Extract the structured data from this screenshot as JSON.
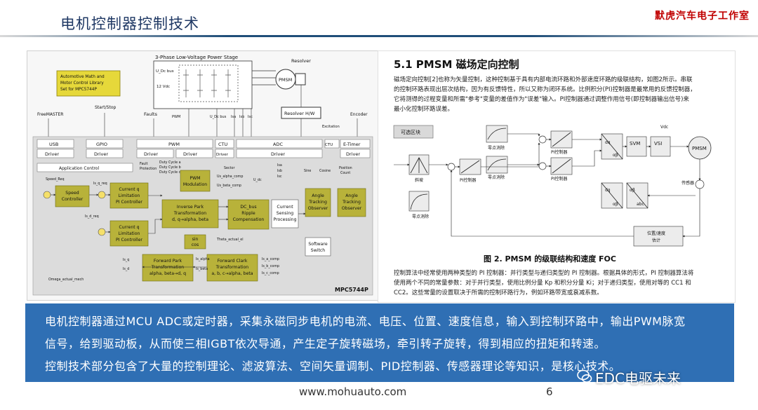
{
  "header": {
    "title": "电机控制器控制技术",
    "brand": "默虎汽车电子工作室"
  },
  "left_diagram": {
    "power_stage": "3-Phase Low-Voltage Power Stage",
    "resolver": "Resolver",
    "pmsm": "PMSM",
    "udc_bus": "U_Dc bus",
    "v12": "12 Vdc",
    "library_box": [
      "Automotive Math and",
      "Motor Control Library",
      "Set for MPC5744P"
    ],
    "freemaster": "FreeMASTER",
    "startstop": "Start/Stop",
    "faults": "Faults",
    "pwm_sig": "PWM",
    "udc_sig": "U_Dc bus",
    "isa": "Isa",
    "isb": "Isb",
    "isc": "Isc",
    "resolver_hw": "Resolver H/W",
    "encoder": "Encoder",
    "excitation": "Excitation",
    "cosine": "Cosine",
    "sine": "Sine",
    "usb": "USB",
    "gpio": "GPIO",
    "pwm": "PWM",
    "ctu1": "CTU",
    "adc": "ADC",
    "ctu2": "CTU",
    "etimer": "E-Timer",
    "driver": "Driver",
    "app_control": "Application Control",
    "fault_protection": [
      "Fault",
      "Protection"
    ],
    "duty": [
      "Duty Cycle a",
      "Duty Cycle b",
      "Duty Cycle c"
    ],
    "sector": "Sector",
    "us_alpha_comp": "Us_alpha_comp",
    "us_beta_comp": "Us_beta_comp",
    "u_dc": "U_dc",
    "isa_l": "Isa",
    "isb_l": "Isb",
    "isc_l": "Isc",
    "sine_l": "Sine",
    "cosine_l": "Cosine",
    "position_count": [
      "Position",
      "Count"
    ],
    "speed_req": "Speed_Req",
    "is_q_req": "Is_q_req",
    "is_d_req": "Is_d_req",
    "speed_controller": [
      "Speed",
      "Controller"
    ],
    "current_q": [
      "Current q",
      "Limitation",
      "PI Controller"
    ],
    "current_d": [
      "Current q",
      "Limitation",
      "PI Controller"
    ],
    "pwm_mod": [
      "PWM",
      "Modulation"
    ],
    "us_alpha": "Us_alpha",
    "us_beta": "Us_beta",
    "inverse_park": [
      "Inverse Park",
      "Transformation",
      "d, q→alpha, beta"
    ],
    "dc_bus": [
      "DC_bus",
      "Ripple",
      "Compensation"
    ],
    "current_sensing": [
      "Current",
      "Sensing",
      "Processing"
    ],
    "angle1": [
      "Angle",
      "Tracking",
      "Observer"
    ],
    "angle2": [
      "Angle",
      "Tracking",
      "Observer"
    ],
    "sin_cos": [
      "sin",
      "cos"
    ],
    "theta": "Theta_actual_el",
    "sw_switch": [
      "Software",
      "Switch"
    ],
    "forward_park": [
      "Forward Park",
      "Transformation",
      "alpha, beta→d, q"
    ],
    "forward_clark": [
      "Forward Clark",
      "Transformation",
      "a, b, c→alpha, beta"
    ],
    "is_q": "Is_q",
    "is_d": "Is_d",
    "is_alpha": "Is_alpha",
    "is_beta": "Is_beta",
    "is_a_comp": "Is_a_comp",
    "is_b_comp": "Is_b_comp",
    "is_c_comp": "Is_c_comp",
    "omega": "Omega_actual_mech",
    "mcu": "MPC5744P"
  },
  "right_doc": {
    "section_title": "5.1   PMSM 磁场定向控制",
    "para1": [
      "磁场定向控制[2]也称为矢量控制，这种控制基于具有内部电流环路和外部速度环路的级联结构，如图2所示。串联",
      "的控制环路表现出层次结构，因为有反馈特性，所以又称为闭环系统。比例积分(PI)控制器是最常用的反馈控制器，",
      "它将测得的过程变量和所需\"参考\"变量的差值作为\"误差\"输入。PI控制器通过调整作用信号(即控制器输出信号)来",
      "最小化控制环路误差。"
    ],
    "figure": {
      "optional": "可选区块",
      "zero_cancel": "零点消除",
      "slope": "斜坡",
      "pi": "PI控制器",
      "svm": "SVM",
      "vsi": "VSI",
      "pmsm": "PMSM",
      "dq": "dq",
      "ab": "αβ",
      "abc": "abc",
      "sensor": "传感器",
      "pos_speed": [
        "位置/速度",
        "估计"
      ],
      "vdc": "Vdc"
    },
    "caption": "图 2. PMSM 的级联结构和速度 FOC",
    "para2": [
      "控制算法中经常使用两种类型的 PI 控制器：并行类型与递归类型的 PI 控制器。根据具体的形式，PI 控制器算法将",
      "使用两个不同的常量参数：对于并行类型，使用比例分量 Kp 和积分分量 Ki；对于递归类型，使用对等的 CC1 和",
      "CC2。这些常量的设置取决于所需的控制环路行为，例如环路带宽或衰减系数。"
    ]
  },
  "summary": {
    "line1": "电机控制器通过MCU ADC或定时器，采集永磁同步电机的电流、电压、位置、速度信息，输入到控制环路中，输出PWM脉宽",
    "line2": "信号，给到驱动板，从而使三相IGBT依次导通，产生定子旋转磁场，牵引转子旋转，得到相应的扭矩和转速。",
    "line3": "控制技术部分包含了大量的控制理论、滤波算法、空间矢量调制、PID控制器、传感器理论等知识，是核心技术。"
  },
  "footer": {
    "url": "www.mohuauto.com",
    "page": "6"
  },
  "watermark": "EDC电驱未来",
  "colors": {
    "title": "#1f3864",
    "brand": "#c00000",
    "olive_block": "#b8b23a",
    "summary_bg": "#2f6fb4"
  }
}
